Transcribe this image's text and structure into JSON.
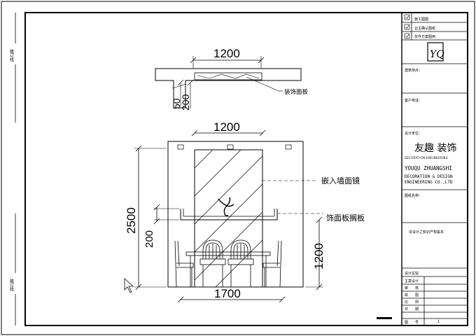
{
  "binding_margin": {
    "top_label": "装订线",
    "bottom_label": "装订线"
  },
  "title_block": {
    "checks": [
      "施工图图",
      "业主确认图纸",
      "仅作方案图用"
    ],
    "logo_letters": "YQ",
    "project_address_label": "建筑地点：",
    "client_phone_label": "客户电话：",
    "design_unit_label": "设计单位：",
    "company_name_cn": "友趣 装饰",
    "company_name_en": "DECORATION ENGINEERING",
    "company_pinyin": "YOUQU ZHUANGSHI",
    "company_tagline_1": "DECORATION & DESIGN",
    "company_tagline_2": "ENGINEERING CO.,LTD",
    "drawing_title_label": "图纸名称：",
    "copyright_note": "本设计之知识产权属本",
    "sign_rows": [
      {
        "label": "设计总监",
        "value": ""
      },
      {
        "label": "主案设计",
        "value": ""
      },
      {
        "label": "审　　核",
        "value": ""
      },
      {
        "label": "绘　　图",
        "value": ""
      },
      {
        "label": "比　　例",
        "value": ""
      },
      {
        "label": "日　　期",
        "value": ""
      },
      {
        "label": "图　　号",
        "value": "1"
      }
    ]
  },
  "plan_view": {
    "width_dim": "1200",
    "depth_dim_1": "50",
    "depth_dim_2": "200",
    "callout": "装饰面板"
  },
  "elevation": {
    "top_width_dim": "1200",
    "bottom_width_dim": "1700",
    "height_dim": "2500",
    "shelf_height_dim": "200",
    "right_height_dim": "1200",
    "callout_mirror": "嵌入墙面镜",
    "callout_shelf": "饰面板搁板"
  }
}
